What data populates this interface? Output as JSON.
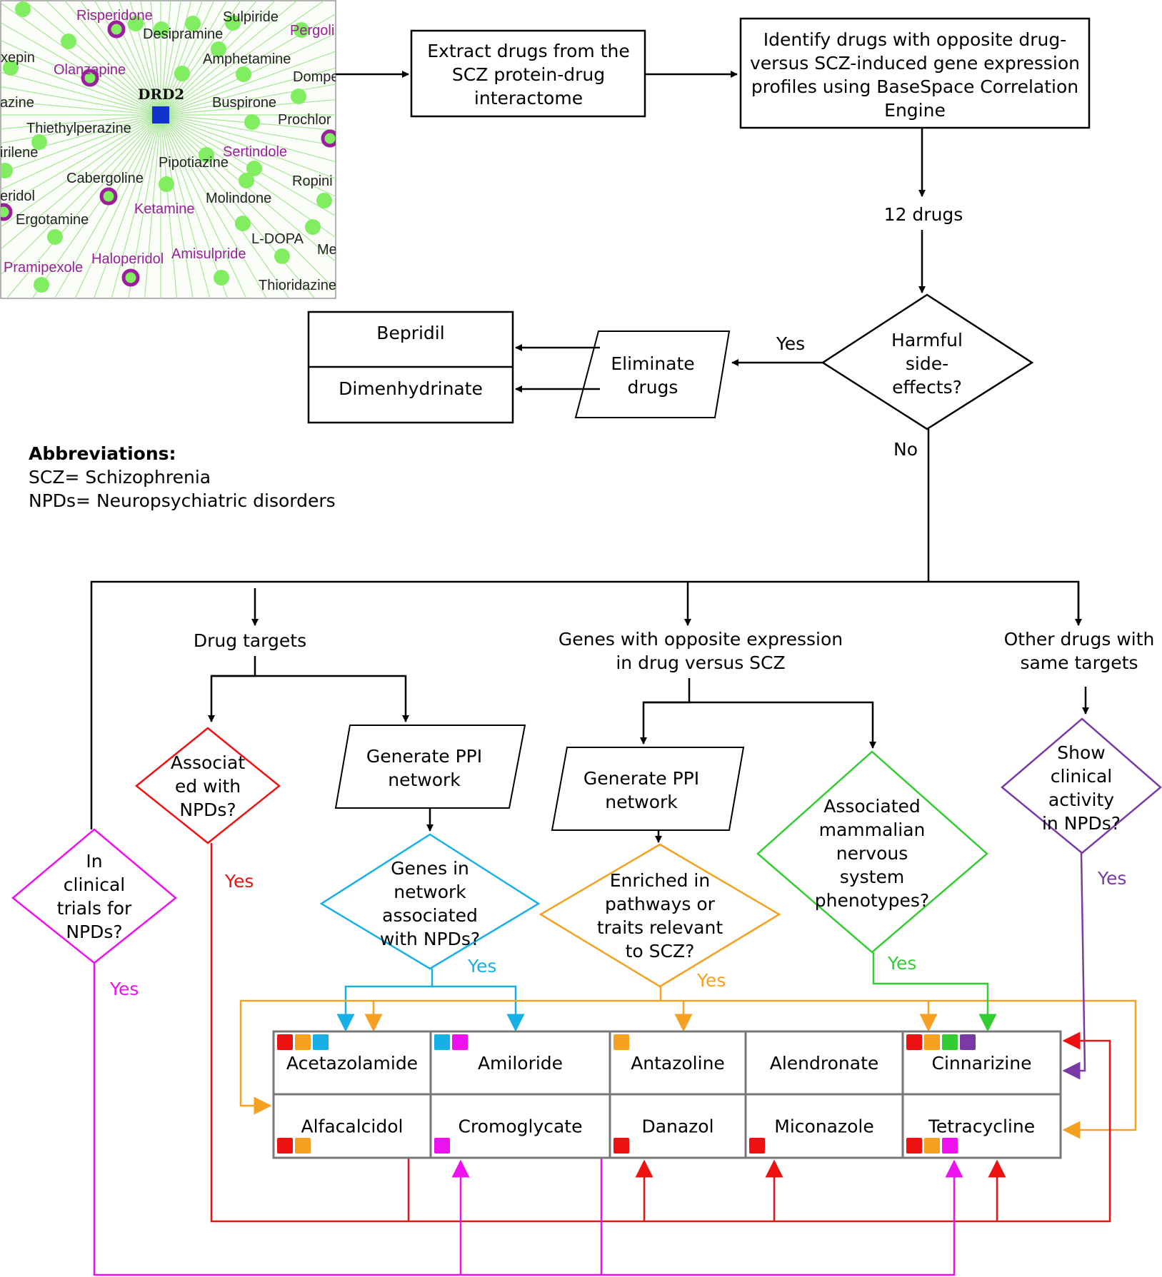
{
  "network": {
    "hub": "DRD2",
    "black_labels": [
      "Sulpiride",
      "Desipramine",
      "Amphetamine",
      "Dompe",
      "Buspirone",
      "Prochlor",
      "Thiethylperazine",
      "Cabergoline",
      "Pipotiazine",
      "Molindone",
      "Ropini",
      "Ergotamine",
      "L-DOPA",
      "Me",
      "Thioridazine",
      "xepin",
      "azine",
      "irilene",
      "eridol"
    ],
    "purple_labels": [
      "Risperidone",
      "Pergoli",
      "Olanzapine",
      "Sertindole",
      "Ketamine",
      "Pramipexole",
      "Haloperidol",
      "Amisulpride"
    ]
  },
  "flow": {
    "extract": [
      "Extract drugs from the",
      "SCZ protein-drug",
      "interactome"
    ],
    "identify": [
      "Identify drugs with opposite drug-",
      "versus SCZ-induced gene expression",
      "profiles using BaseSpace Correlation",
      "Engine"
    ],
    "count": "12 drugs",
    "harmful": [
      "Harmful",
      "side-",
      "effects?"
    ],
    "yes": "Yes",
    "no": "No",
    "eliminate": [
      "Eliminate",
      "drugs"
    ],
    "eliminated": [
      "Bepridil",
      "Dimenhydrinate"
    ]
  },
  "abbreviations": {
    "title": "Abbreviations:",
    "lines": [
      "SCZ= Schizophrenia",
      "NPDs= Neuropsychiatric disorders"
    ]
  },
  "branches": {
    "drug_targets": "Drug targets",
    "genes_opposite": [
      "Genes with opposite expression",
      "in drug versus SCZ"
    ],
    "other_drugs": [
      "Other drugs with",
      "same targets"
    ],
    "clinical_trials": [
      "In",
      "clinical",
      "trials for",
      "NPDs?"
    ],
    "associated_npds": [
      "Associat",
      "ed with",
      "NPDs?"
    ],
    "gen_ppi": [
      "Generate PPI",
      "network"
    ],
    "genes_network": [
      "Genes in",
      "network",
      "associated",
      "with NPDs?"
    ],
    "enriched": [
      "Enriched in",
      "pathways or",
      "traits relevant",
      "to SCZ?"
    ],
    "mammalian": [
      "Associated",
      "mammalian",
      "nervous",
      "system",
      "phenotypes?"
    ],
    "clinical_activity": [
      "Show",
      "clinical",
      "activity",
      "in NPDs?"
    ],
    "yes": "Yes"
  },
  "drug_table": [
    {
      "name": "Acetazolamide",
      "tags": [
        "red",
        "orange",
        "blue"
      ]
    },
    {
      "name": "Amiloride",
      "tags": [
        "blue",
        "magenta"
      ]
    },
    {
      "name": "Antazoline",
      "tags": [
        "orange"
      ]
    },
    {
      "name": "Alendronate",
      "tags": []
    },
    {
      "name": "Cinnarizine",
      "tags": [
        "red",
        "orange",
        "green",
        "purple"
      ]
    },
    {
      "name": "Alfacalcidol",
      "tags": [
        "red",
        "orange"
      ]
    },
    {
      "name": "Cromoglycate",
      "tags": [
        "magenta"
      ]
    },
    {
      "name": "Danazol",
      "tags": [
        "red"
      ]
    },
    {
      "name": "Miconazole",
      "tags": [
        "red"
      ]
    },
    {
      "name": "Tetracycline",
      "tags": [
        "red",
        "orange",
        "magenta"
      ]
    }
  ],
  "colors": {
    "red": "#ee1111",
    "orange": "#f5a020",
    "blue": "#16b0e6",
    "green": "#33cc33",
    "purple": "#7a3aa6",
    "magenta": "#ee11ee",
    "node": "#80ee60",
    "hub": "#1133cc",
    "edge": "#a8e498"
  }
}
